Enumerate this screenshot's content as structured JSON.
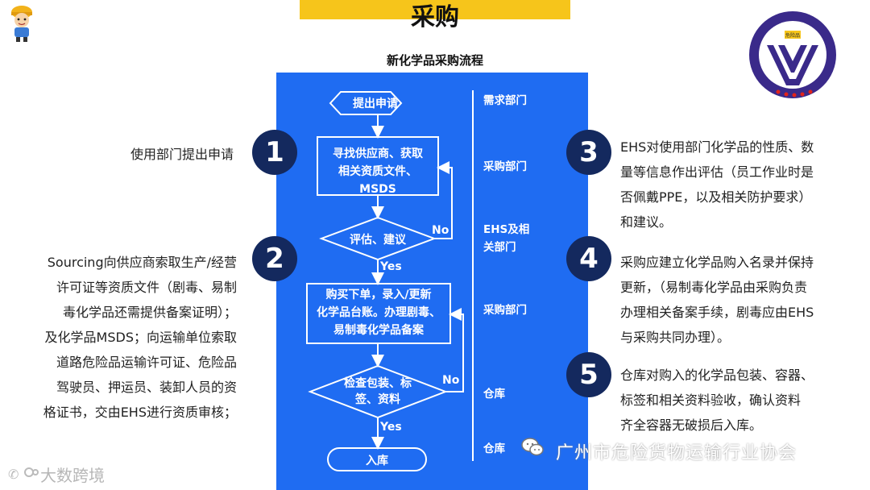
{
  "title": "采购",
  "subtitle": "新化学品采购流程",
  "departments": [
    "需求部门",
    "采购部门",
    "EHS及相关部门",
    "采购部门",
    "仓库",
    "仓库"
  ],
  "flow": {
    "start": "提出申请",
    "step1": "寻找供应商、获取相关资质文件、MSDS",
    "step1_lines": [
      "寻找供应商、获取",
      "相关资质文件、",
      "MSDS"
    ],
    "decision1": "评估、建议",
    "step2_lines": [
      "购买下单，录入/更新",
      "化学品台账。办理剧毒、",
      "易制毒化学品备案"
    ],
    "decision2_lines": [
      "检查包装、标",
      "签、资料"
    ],
    "end": "入库",
    "yes": "Yes",
    "no": "No"
  },
  "steps": [
    {
      "num": "1",
      "text_lines": [
        "使用部门提出申请"
      ]
    },
    {
      "num": "2",
      "text_lines": [
        "Sourcing向供应商索取生产/经营",
        "许可证等资质文件（剧毒、易制",
        "毒化学品还需提供备案证明）；",
        "及化学品MSDS；向运输单位索取",
        "道路危险品运输许可证、危险品",
        "驾驶员、押运员、装卸人员的资",
        "格证书，交由EHS进行资质审核；"
      ]
    },
    {
      "num": "3",
      "text_lines": [
        "EHS对使用部门化学品的性质、数",
        "量等信息作出评估（员工作业时是",
        "否佩戴PPE，以及相关防护要求）",
        "和建议。"
      ]
    },
    {
      "num": "4",
      "text_lines": [
        "采购应建立化学品购入名录并保持",
        "更新，（易制毒化学品由采购负责",
        "办理相关备案手续，剧毒应由EHS",
        "与采购共同办理）。"
      ]
    },
    {
      "num": "5",
      "text_lines": [
        "仓库对购入的化学品包装、容器、",
        "标签和相关资料验收，确认资料",
        "齐全容器无破损后入库。"
      ]
    }
  ],
  "watermarks": {
    "right": "广州市危险货物运输行业协会",
    "left": "大数跨境"
  },
  "logo_text": "危险品",
  "colors": {
    "panel": "#1f6cf2",
    "circle": "#14295e",
    "title_bar": "#f6c51b",
    "logo": "#3a2a8a"
  }
}
